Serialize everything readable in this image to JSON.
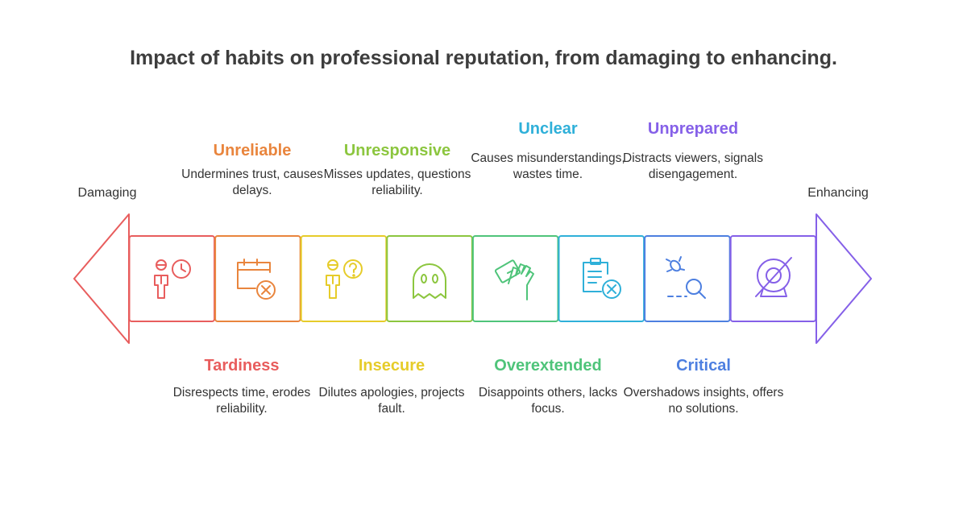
{
  "title": "Impact of habits on professional reputation, from damaging to enhancing.",
  "scale": {
    "left": "Damaging",
    "right": "Enhancing"
  },
  "colors": {
    "red": "#e85d5d",
    "orange": "#e9853d",
    "yellow": "#e6cc2a",
    "lime": "#8cc63f",
    "green": "#4fc47a",
    "cyan": "#2fb0d9",
    "blue": "#4d7fe0",
    "purple": "#8560e8"
  },
  "habits": [
    {
      "title": "Tardiness",
      "description": "Disrespects time, erodes reliability.",
      "icon": "person-clock-icon",
      "color": "#e85d5d"
    },
    {
      "title": "Unreliable",
      "description": "Undermines trust, causes delays.",
      "icon": "calendar-cancel-icon",
      "color": "#e9853d"
    },
    {
      "title": "Insecure",
      "description": "Dilutes apologies, projects fault.",
      "icon": "person-question-icon",
      "color": "#e6cc2a"
    },
    {
      "title": "Unresponsive",
      "description": "Misses updates, questions reliability.",
      "icon": "ghost-icon",
      "color": "#8cc63f"
    },
    {
      "title": "Overextended",
      "description": "Disappoints others, lacks focus.",
      "icon": "hand-cards-icon",
      "color": "#4fc47a"
    },
    {
      "title": "Unclear",
      "description": "Causes misunderstandings, wastes time.",
      "icon": "clipboard-cancel-icon",
      "color": "#2fb0d9"
    },
    {
      "title": "Critical",
      "description": "Overshadows insights, offers no solutions.",
      "icon": "bug-magnifier-icon",
      "color": "#4d7fe0"
    },
    {
      "title": "Unprepared",
      "description": "Distracts viewers, signals disengagement.",
      "icon": "webcam-off-icon",
      "color": "#8560e8"
    }
  ]
}
